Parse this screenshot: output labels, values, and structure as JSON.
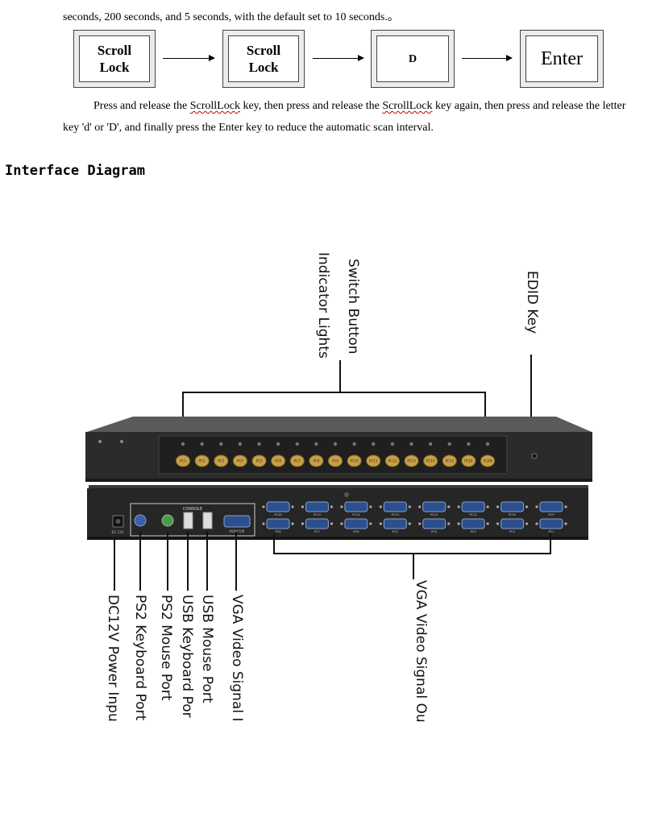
{
  "intro_text": "seconds, 200 seconds, and 5 seconds, with the default set to 10 seconds.。",
  "key_sequence": [
    {
      "label": "Scroll\nLock"
    },
    {
      "label": "Scroll\nLock"
    },
    {
      "label": "D"
    },
    {
      "label": "Enter"
    }
  ],
  "instruction": {
    "part1": "Press and release the ",
    "key1": "ScrollLock",
    "part2": " key, then press and release the ",
    "key2": "ScrollLock",
    "part3": " key again, then press and release the letter key 'd' or 'D', and finally press the Enter key to reduce the automatic scan interval."
  },
  "section_heading": "Interface Diagram",
  "callouts": {
    "switch_button": "Switch Button",
    "indicator_lights": "Indicator Lights",
    "edid_key": "EDID Key",
    "dc_power": "DC12V Power Inpu",
    "ps2_keyboard": "PS2 Keyboard Port",
    "ps2_mouse": "PS2 Mouse Port",
    "usb_keyboard": "USB Keyboard Por",
    "usb_mouse": "USB Mouse Port",
    "vga_in": "VGA Video Signal I",
    "vga_out": "VGA Video Signal Ou"
  },
  "front_panel": {
    "buttons": [
      "PC1",
      "PC2",
      "PC3",
      "PC4",
      "PC5",
      "PC6",
      "PC7",
      "PC8",
      "PC9",
      "PC10",
      "PC11",
      "PC12",
      "PC13",
      "PC14",
      "PC15",
      "PC16",
      "SCAN"
    ]
  },
  "rear_panel": {
    "console_label": "CONSOLE",
    "power_label": "DC 12V",
    "monitor_label": "MONITOR",
    "top_ports": [
      "PC16",
      "PC15",
      "PC14",
      "PC13",
      "PC12",
      "PC11",
      "PC10",
      "PC9"
    ],
    "bottom_ports": [
      "PC8",
      "PC7",
      "PC6",
      "PC5",
      "PC4",
      "PC3",
      "PC2",
      "PC1"
    ]
  },
  "colors": {
    "chassis": "#2b2b2b",
    "button_gold": "#c8a04a",
    "port_blue": "#2c4f8e"
  }
}
